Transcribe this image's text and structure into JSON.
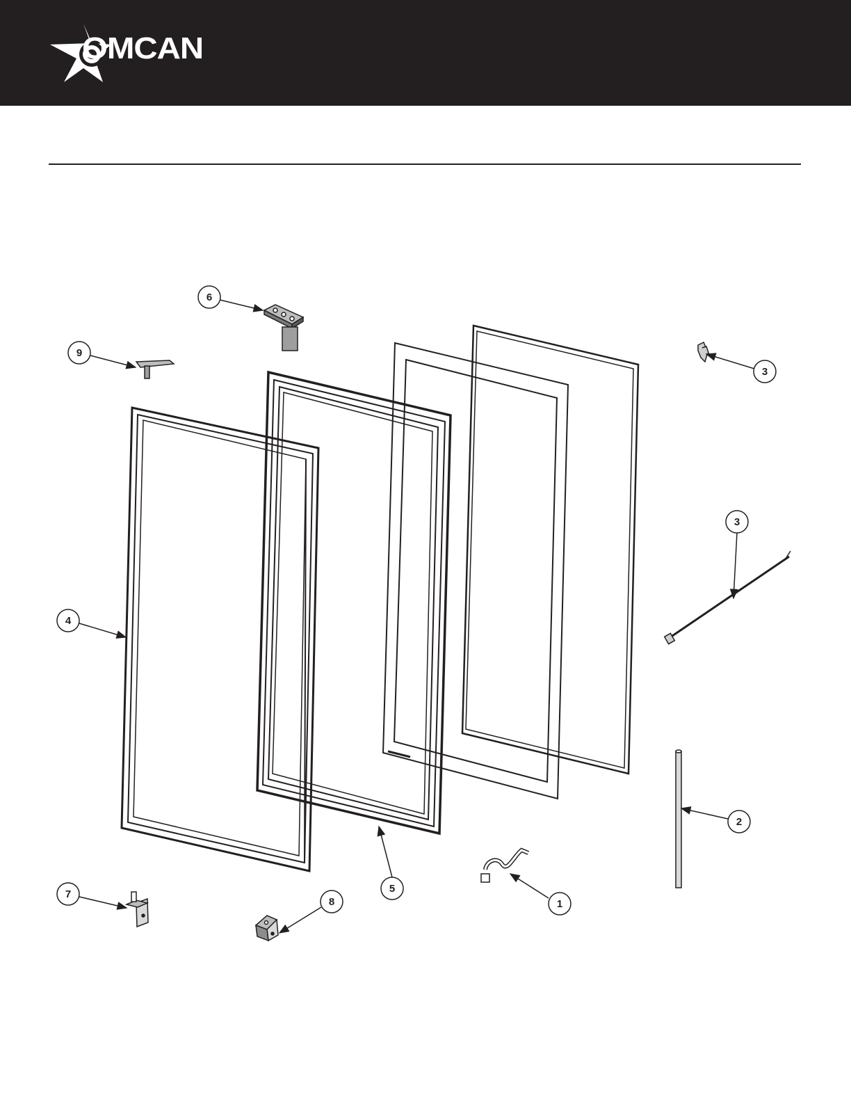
{
  "brand": {
    "name": "OMCAN",
    "header_color": "#231f20",
    "logo_icon": "star-icon"
  },
  "callouts": [
    {
      "id": "c6",
      "label": "6"
    },
    {
      "id": "c9",
      "label": "9"
    },
    {
      "id": "c3a",
      "label": "3"
    },
    {
      "id": "c3b",
      "label": "3"
    },
    {
      "id": "c4",
      "label": "4"
    },
    {
      "id": "c2",
      "label": "2"
    },
    {
      "id": "c5",
      "label": "5"
    },
    {
      "id": "c1",
      "label": "1"
    },
    {
      "id": "c7",
      "label": "7"
    },
    {
      "id": "c8",
      "label": "8"
    }
  ]
}
